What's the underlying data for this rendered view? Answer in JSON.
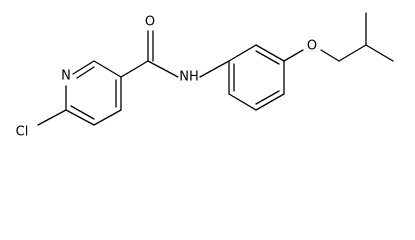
{
  "molecule": {
    "atoms": {
      "cl": "Cl",
      "n_ring": "N",
      "nh": "NH",
      "o_carbonyl": "O",
      "o_ether": "O"
    }
  }
}
